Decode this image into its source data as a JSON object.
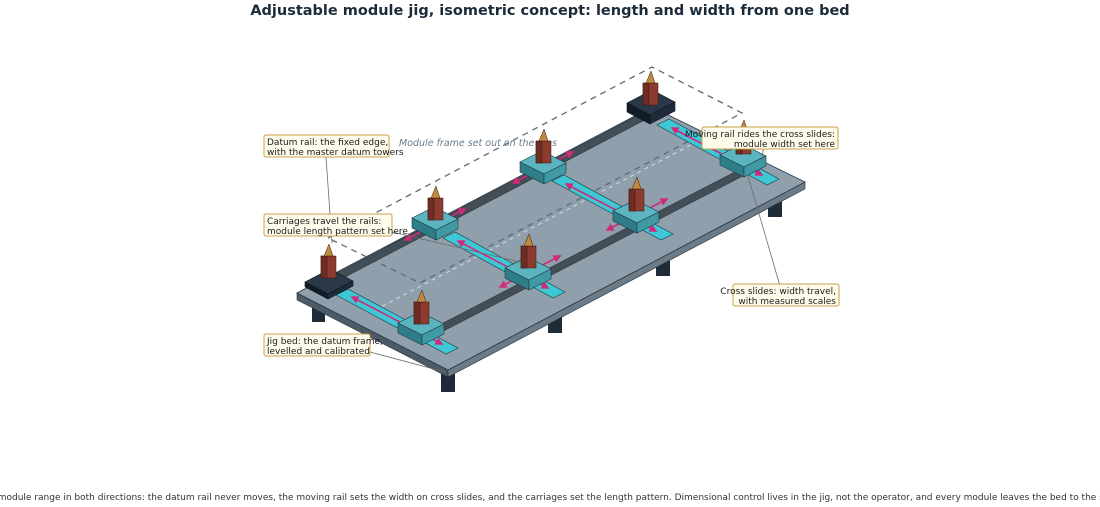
{
  "title": "Adjustable module jig, isometric concept: length and width from one bed",
  "frame_label": "Module frame set out on the pins",
  "callouts": [
    {
      "id": "datum-rail",
      "lines": [
        "Datum rail: the fixed edge,",
        "with the master datum towers"
      ]
    },
    {
      "id": "carriages",
      "lines": [
        "Carriages travel the rails:",
        "module length pattern set here"
      ]
    },
    {
      "id": "jig-bed",
      "lines": [
        "Jig bed: the datum frame,",
        "levelled and calibrated"
      ]
    },
    {
      "id": "moving-rail",
      "lines": [
        "Moving rail rides the cross slides:",
        "module width set here"
      ]
    },
    {
      "id": "cross-slides",
      "lines": [
        "Cross slides: width travel,",
        "with measured scales"
      ]
    }
  ],
  "caption": "One bed serves the module range in both directions: the datum rail never moves, the moving rail sets the width on cross slides, and the carriages set the length pattern. Dimensional control lives in the jig, not the operator, and every module leaves the bed to the same master datum.",
  "colors": {
    "bed_top": "#8f9fab",
    "bed_side": "#5f707c",
    "rail": "#4c565f",
    "slide": "#3ec8d6",
    "carriage": "#3f9aa6",
    "pin": "#8c3b2e",
    "tower": "#1e2b38",
    "arrow": "#d02a7a",
    "callout_border": "#c8a24a",
    "callout_fill": "#fffbea"
  }
}
